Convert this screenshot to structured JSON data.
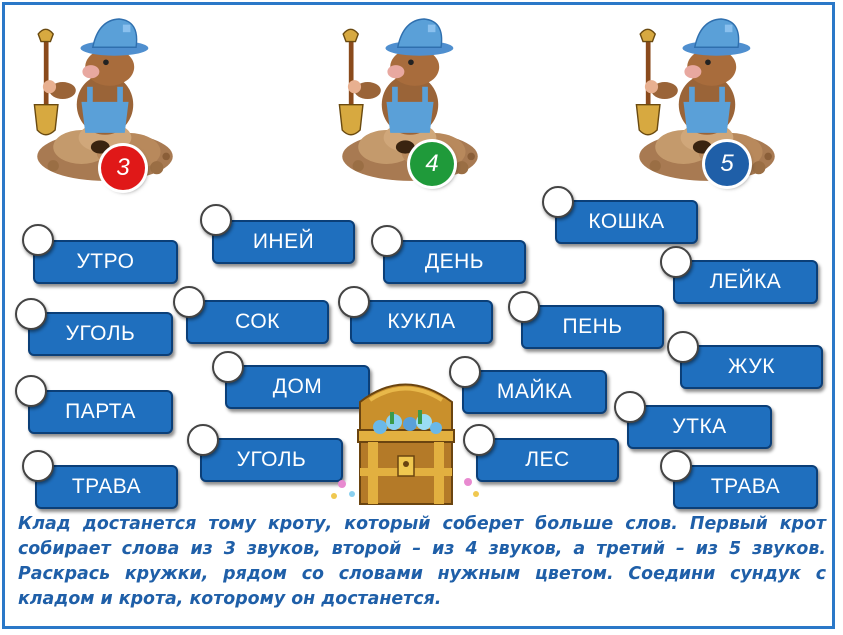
{
  "moles": [
    {
      "number": "3",
      "color": "#e01818"
    },
    {
      "number": "4",
      "color": "#1f9a3a"
    },
    {
      "number": "5",
      "color": "#1f5fa8"
    }
  ],
  "words": [
    {
      "label": "УТРО"
    },
    {
      "label": "ИНЕЙ"
    },
    {
      "label": "ДЕНЬ"
    },
    {
      "label": "КОШКА"
    },
    {
      "label": "ЛЕЙКА"
    },
    {
      "label": "УГОЛЬ"
    },
    {
      "label": "СОК"
    },
    {
      "label": "КУКЛА"
    },
    {
      "label": "ПЕНЬ"
    },
    {
      "label": "ЖУК"
    },
    {
      "label": "ПАРТА"
    },
    {
      "label": "ДОМ"
    },
    {
      "label": "МАЙКА"
    },
    {
      "label": "УТКА"
    },
    {
      "label": "УГОЛЬ"
    },
    {
      "label": "ЛЕС"
    },
    {
      "label": "ТРАВА"
    },
    {
      "label": "ТРАВА"
    }
  ],
  "instructions": "Клад достанется тому кроту, который соберет больше слов. Первый крот собирает слова из 3 звуков, второй – из 4 звуков, а третий – из 5 звуков. Раскрась кружки, рядом со словами нужным цветом. Соедини сундук с кладом и крота, которому он достанется.",
  "colors": {
    "frame": "#2a78c8",
    "word_bg": "#1f6fbe",
    "text": "#1f5fa8"
  }
}
